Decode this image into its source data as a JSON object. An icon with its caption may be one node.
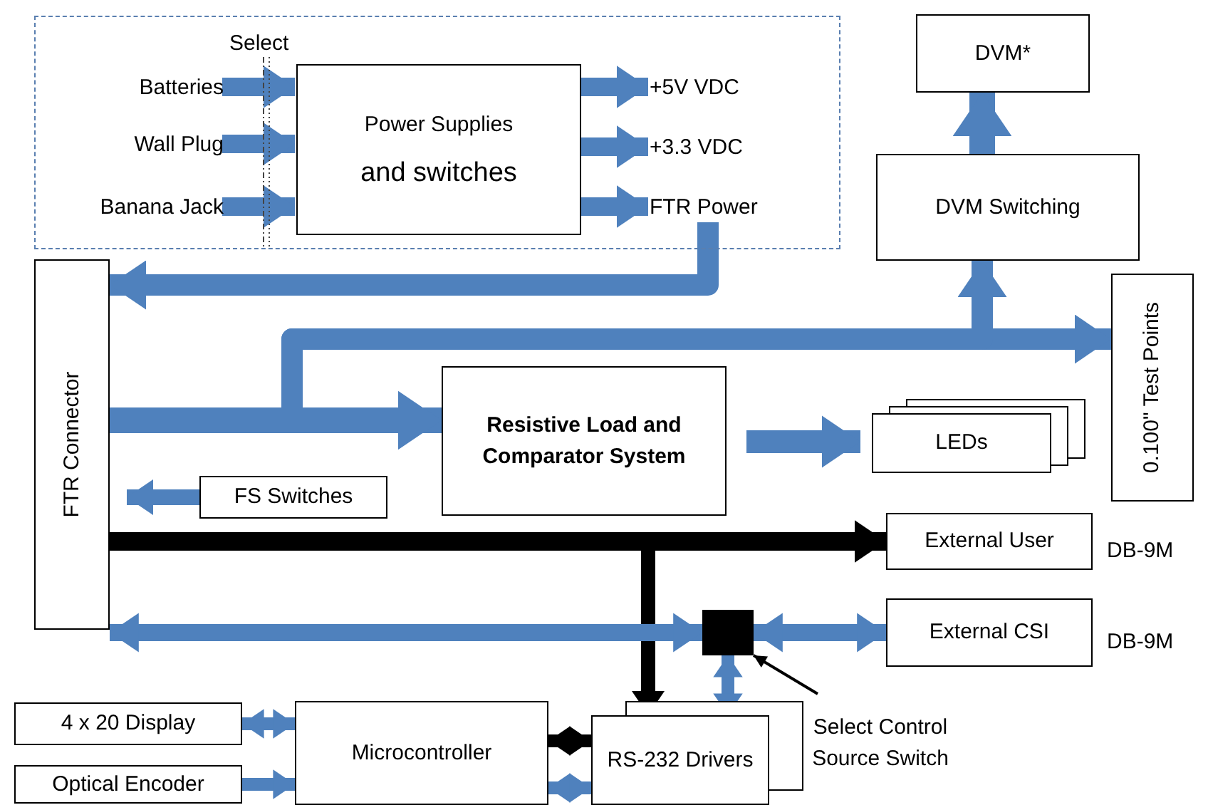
{
  "diagram": {
    "nodes": [
      {
        "text": [],
        "shape": "box"
      },
      {
        "text": [
          "Batteries"
        ],
        "in": 0
      },
      {
        "text": [
          "Wall Plug"
        ],
        "in": 0
      },
      {
        "text": [
          "Banana Jack"
        ],
        "in": 0
      },
      {
        "text": [
          "Power Supplies",
          "and switches"
        ],
        "in": 0
      },
      {
        "text": [
          "+5V VDC"
        ],
        "in": 0
      },
      {
        "text": [
          "+3.3 VDC"
        ],
        "in": 0
      },
      {
        "text": [
          "FTR Power"
        ],
        "in": 0
      },
      {
        "text": [
          "DVM*"
        ]
      },
      {
        "text": [
          "DVM Switching"
        ]
      },
      {
        "text": [
          "FTR Connector"
        ]
      },
      {
        "text": [
          "0.100\" Test Points"
        ]
      },
      {
        "text": [
          "Resistive Load and Comparator System"
        ]
      },
      {
        "text": [
          "LEDs"
        ]
      },
      {
        "text": [
          "FS Switches"
        ]
      },
      {
        "text": [
          "External User"
        ],
        "beside": [
          "DB-9M"
        ]
      },
      {
        "text": [
          "External CSI"
        ],
        "beside": [
          "DB-9M"
        ]
      },
      {
        "text": [],
        "shape": "box"
      },
      {
        "text": [
          "Select Control Source Switch"
        ]
      },
      {
        "text": [
          "4 x 20 Display"
        ]
      },
      {
        "text": [
          "Optical Encoder"
        ]
      },
      {
        "text": [
          "Microcontroller"
        ]
      },
      {
        "text": [
          "RS-232 Drivers"
        ]
      }
    ],
    "edges": [
      {
        "from": 1,
        "to": 4,
        "arrow": "to"
      },
      {
        "from": 2,
        "to": 4,
        "arrow": "to"
      },
      {
        "from": 3,
        "to": 4,
        "arrow": "to"
      },
      {
        "from": 4,
        "to": 5,
        "arrow": "to"
      },
      {
        "from": 4,
        "to": 6,
        "arrow": "to"
      },
      {
        "from": 4,
        "to": 7,
        "arrow": "to"
      },
      {
        "from": 7,
        "to": 10,
        "arrow": "to"
      },
      {
        "from": 9,
        "to": 8,
        "arrow": "to"
      },
      {
        "from": 10,
        "to": 11,
        "arrow": "to"
      },
      {
        "from": 10,
        "to": 9,
        "arrow": "to"
      },
      {
        "from": 10,
        "to": 12,
        "arrow": "to"
      },
      {
        "from": 12,
        "to": 13,
        "arrow": "to"
      },
      {
        "from": 14,
        "to": 10,
        "arrow": "to"
      },
      {
        "from": 10,
        "to": 15,
        "arrow": "to",
        "color": "#000000"
      },
      {
        "from": 10,
        "to": 22,
        "arrow": "to",
        "color": "#000000"
      },
      {
        "from": 10,
        "to": 17,
        "arrow": "both"
      },
      {
        "from": 17,
        "to": 16,
        "arrow": "both"
      },
      {
        "from": 17,
        "to": 22,
        "arrow": "both"
      },
      {
        "from": 18,
        "to": 17,
        "arrow": "to",
        "color": "#000000"
      },
      {
        "from": 19,
        "to": 21,
        "arrow": "both"
      },
      {
        "from": 20,
        "to": 21,
        "arrow": "to"
      },
      {
        "from": 21,
        "to": 22,
        "arrow": "both",
        "color": "#000000"
      },
      {
        "from": 21,
        "to": 22,
        "arrow": "both"
      }
    ],
    "labels": [
      "Select"
    ]
  }
}
